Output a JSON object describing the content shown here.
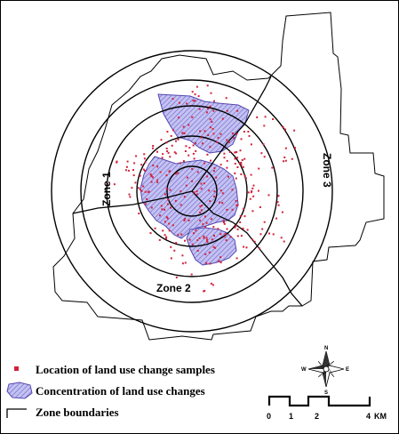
{
  "map": {
    "zones": [
      "Zone 1",
      "Zone 2",
      "Zone 3"
    ],
    "ring_count": 5
  },
  "legend": {
    "samples_label": "Location of land use change samples",
    "concentration_label": "Concentration of land use changes",
    "boundaries_label": "Zone boundaries"
  },
  "north_arrow": {
    "n": "N",
    "s": "S",
    "e": "E",
    "w": "W"
  },
  "scale_bar": {
    "ticks": [
      "0",
      "1",
      "2",
      "4"
    ],
    "unit": "KM"
  },
  "colors": {
    "sample_dot": "#d4203a",
    "concentration_fill": "#b8b8f0",
    "concentration_hatch": "#6a5fc8",
    "concentration_stroke": "#5548b0",
    "line": "#000000"
  }
}
